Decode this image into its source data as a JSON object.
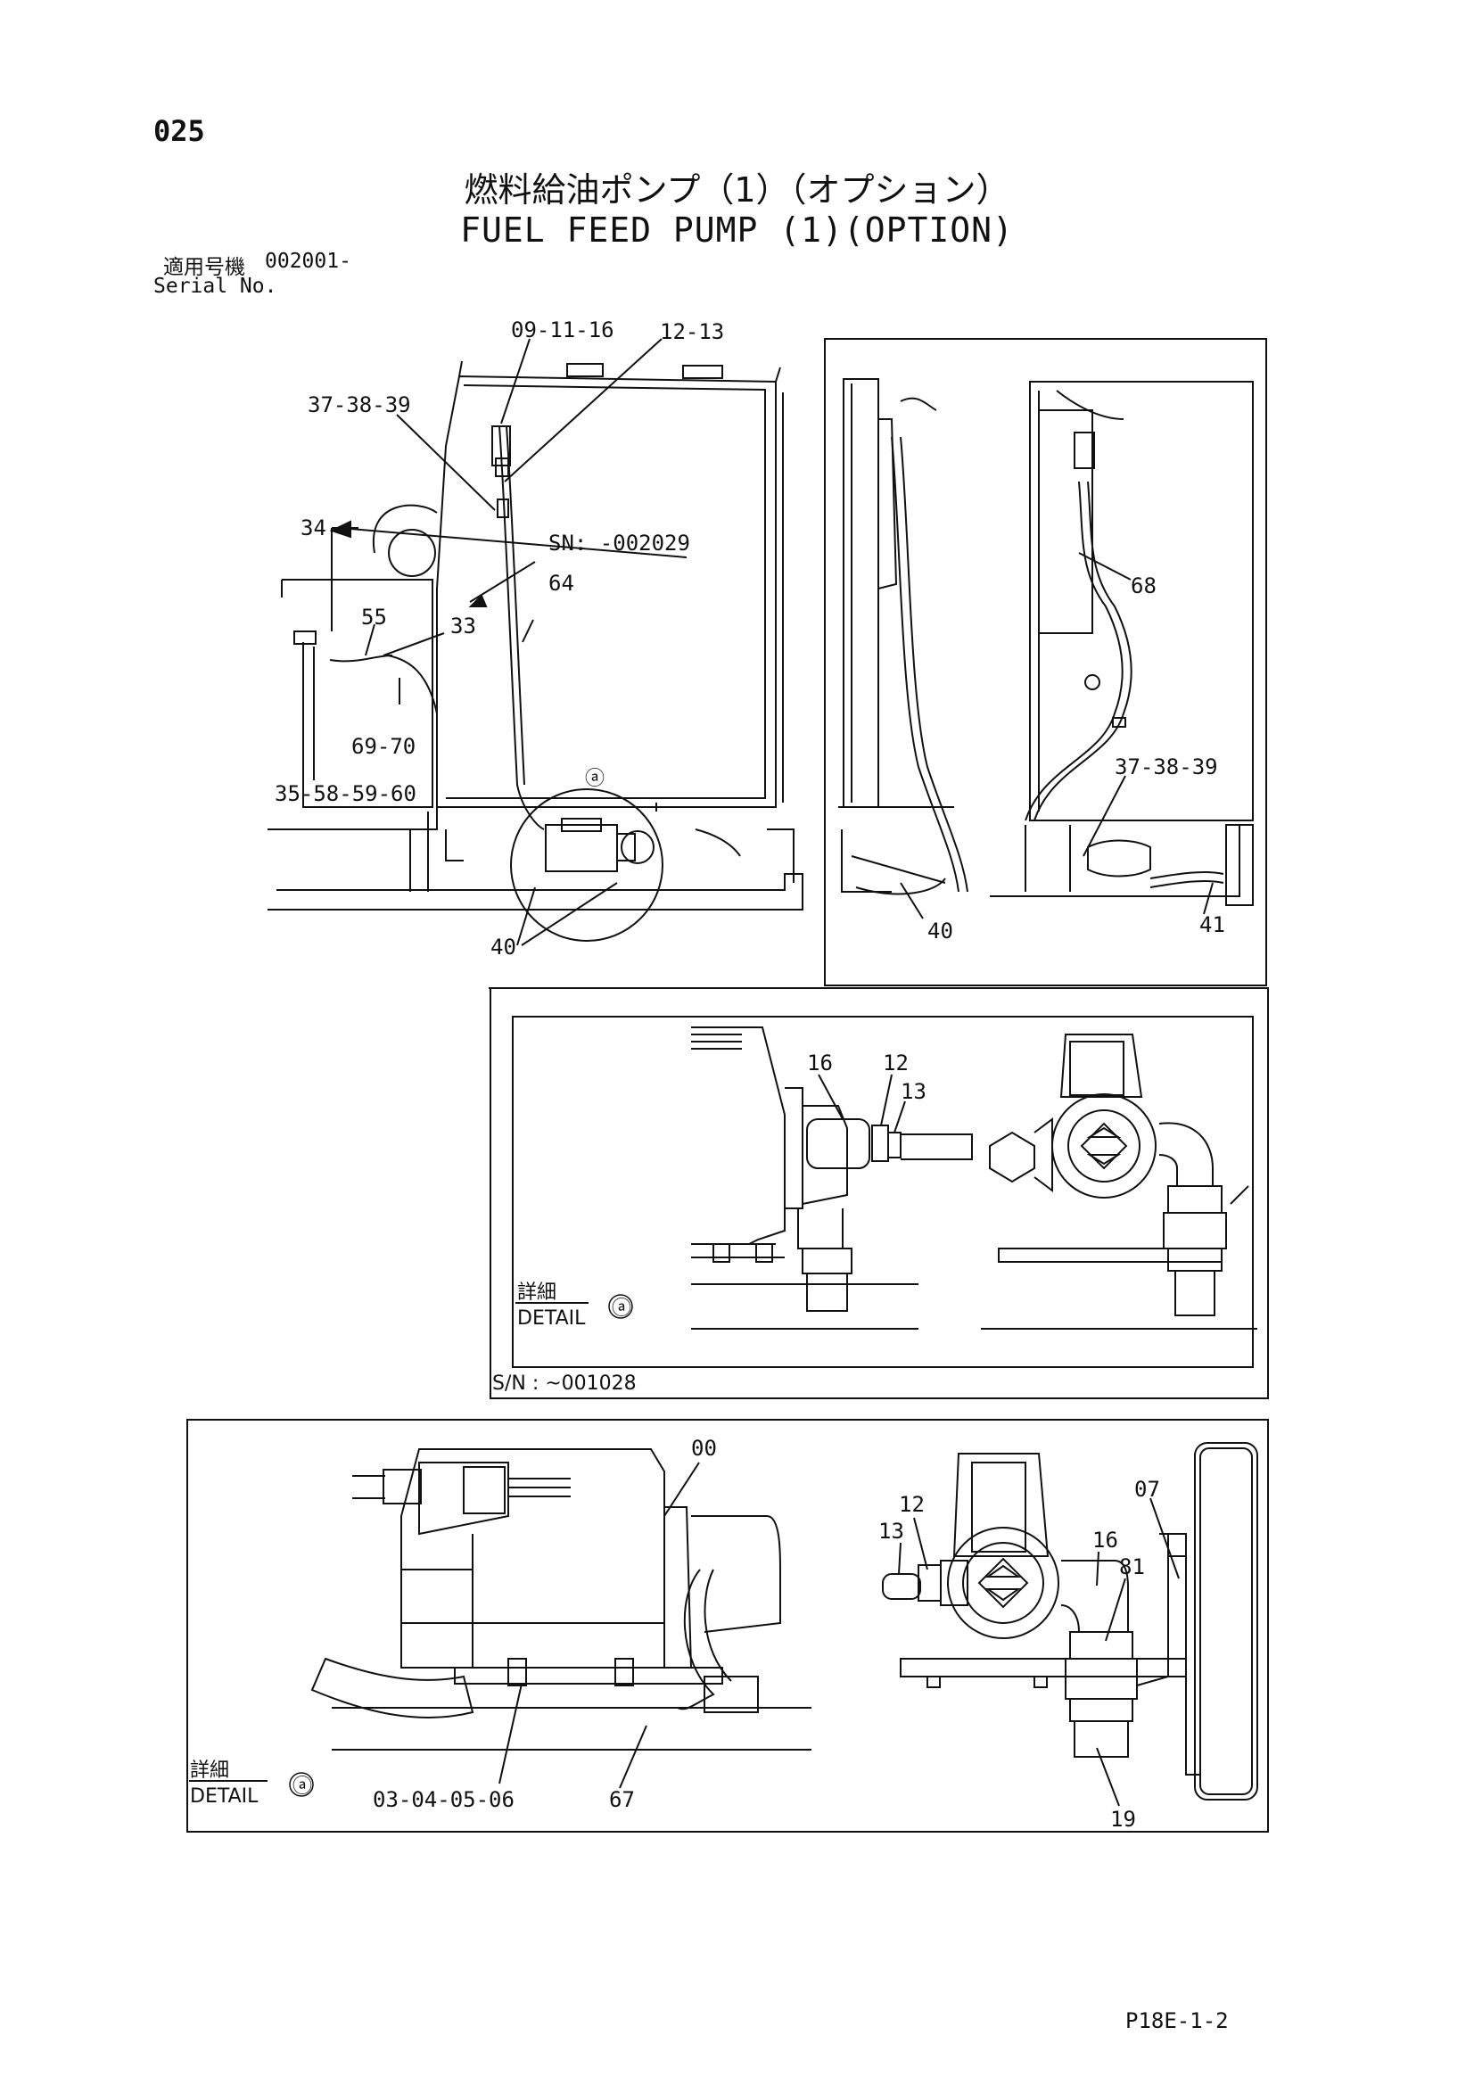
{
  "header": {
    "page_number": "025",
    "title_jp": "燃料給油ポンプ（1）（オプション）",
    "title_en": "FUEL FEED PUMP (1)(OPTION)",
    "serial_label_jp": "適用号機",
    "serial_value": "002001-",
    "serial_label_en": "Serial No."
  },
  "main_view": {
    "callouts": [
      "09-11-16",
      "12-13",
      "37-38-39",
      "34",
      "SN: -002029",
      "64",
      "55",
      "33",
      "69-70",
      "35-58-59-60",
      "40"
    ],
    "detail_marker": "ⓐ"
  },
  "side_view": {
    "callouts": [
      "68",
      "37-38-39",
      "40",
      "41"
    ]
  },
  "detail_a_upper": {
    "callouts": [
      "16",
      "12",
      "13"
    ],
    "detail_label_jp": "詳細",
    "detail_label_en": "DETAIL",
    "detail_marker": "ⓐ",
    "serial_note": "S/N : ~001028"
  },
  "detail_a_lower": {
    "callouts": [
      "00",
      "07",
      "12",
      "13",
      "16",
      "81",
      "19",
      "03-04-05-06",
      "67"
    ],
    "detail_label_jp": "詳細",
    "detail_label_en": "DETAIL",
    "detail_marker": "ⓐ"
  },
  "footer": {
    "code": "P18E-1-2"
  }
}
